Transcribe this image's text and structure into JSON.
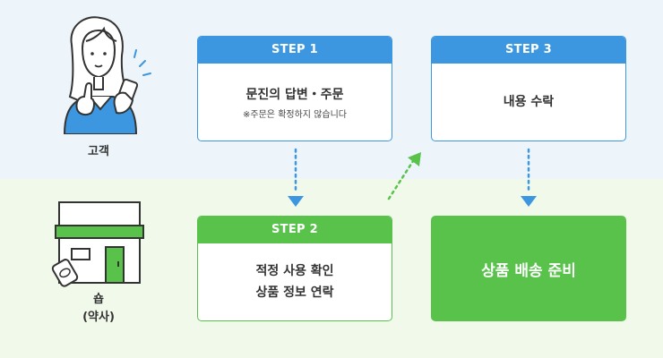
{
  "actors": {
    "customer": {
      "label": "고객",
      "icon": "customer-with-phone-icon"
    },
    "shop": {
      "label_line1": "숍",
      "label_line2": "(약사)",
      "icon": "pharmacy-shop-icon"
    }
  },
  "steps": {
    "step1": {
      "header": "STEP 1",
      "main": "문진의 답변・주문",
      "note": "※주문은 확정하지 않습니다"
    },
    "step2": {
      "header": "STEP 2",
      "line1": "적정 사용 확인",
      "line2": "상품 정보 연락"
    },
    "step3": {
      "header": "STEP 3",
      "main": "내용 수락"
    },
    "final": {
      "main": "상품 배송 준비"
    }
  },
  "colors": {
    "blue": "#3d97e0",
    "green": "#58c24b",
    "top_band": "#edf5fb",
    "bottom_band": "#f1f9ea"
  }
}
